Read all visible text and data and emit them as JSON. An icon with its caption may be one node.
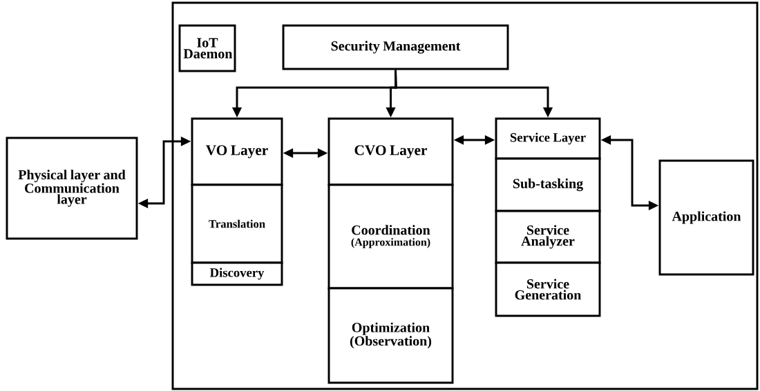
{
  "diagram": {
    "nodes": [
      {
        "text": [],
        "shape": "box"
      },
      {
        "text": [
          "IoT Daemon"
        ],
        "in": 0
      },
      {
        "text": [
          "Security Management"
        ],
        "in": 0
      },
      {
        "text": [
          "VO Layer"
        ],
        "in": 0
      },
      {
        "text": [
          "Translation"
        ],
        "in": 0
      },
      {
        "text": [
          "Discovery"
        ],
        "in": 0
      },
      {
        "text": [
          "CVO Layer"
        ],
        "in": 0
      },
      {
        "text": [
          "Coordination",
          "(Approximation)"
        ],
        "in": 0
      },
      {
        "text": [
          "Optimization (Observation)"
        ],
        "in": 0
      },
      {
        "text": [
          "Service Layer"
        ],
        "in": 0
      },
      {
        "text": [
          "Sub-tasking"
        ],
        "in": 0
      },
      {
        "text": [
          "Service Analyzer"
        ],
        "in": 0
      },
      {
        "text": [
          "Service Generation"
        ],
        "in": 0
      },
      {
        "text": [
          "Physical layer and Communication layer"
        ]
      },
      {
        "text": [
          "Application"
        ],
        "in": 0
      }
    ],
    "edges": [
      {
        "from": 2,
        "to": 3,
        "arrow": "to"
      },
      {
        "from": 2,
        "to": 6,
        "arrow": "to"
      },
      {
        "from": 2,
        "to": 9,
        "arrow": "to"
      },
      {
        "from": 13,
        "to": 3,
        "arrow": "both"
      },
      {
        "from": 3,
        "to": 6,
        "arrow": "both"
      },
      {
        "from": 6,
        "to": 9,
        "arrow": "both"
      },
      {
        "from": 9,
        "to": 14,
        "arrow": "both"
      }
    ]
  }
}
